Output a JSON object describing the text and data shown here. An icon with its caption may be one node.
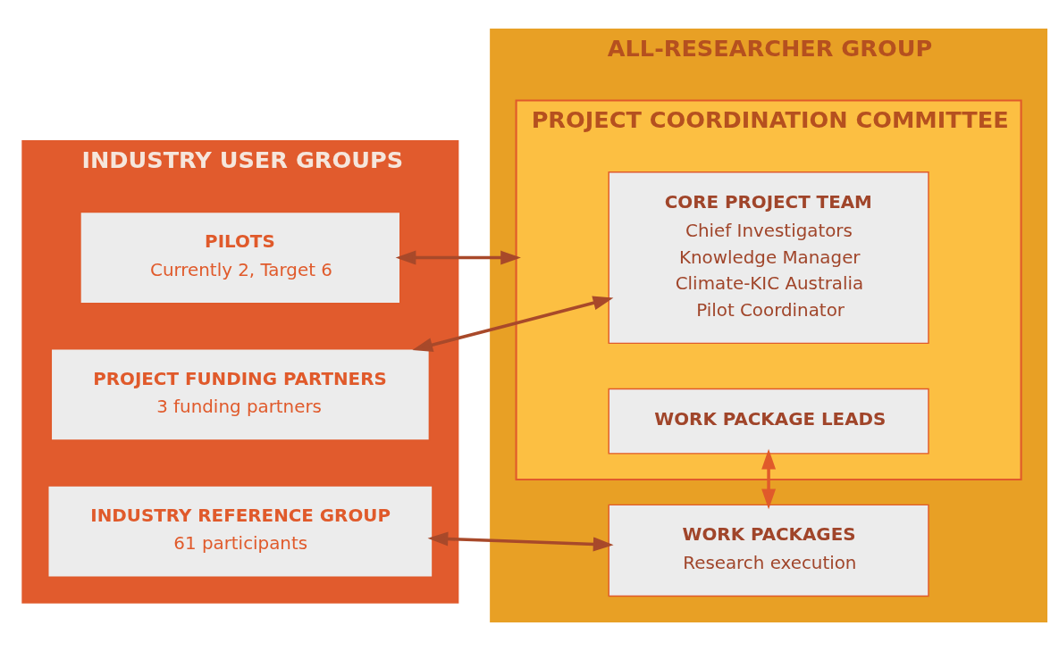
{
  "diagram": {
    "nodes": [
      {
        "text": [
          "INDUSTRY USER GROUPS"
        ]
      },
      {
        "text": [
          "PILOTS",
          "Currently 2, Target 6"
        ],
        "in": 0
      },
      {
        "text": [
          "PROJECT FUNDING PARTNERS",
          "3 funding partners"
        ],
        "in": 0
      },
      {
        "text": [
          "INDUSTRY REFERENCE GROUP",
          "61 participants"
        ],
        "in": 0
      },
      {
        "text": [
          "ALL-RESEARCHER GROUP"
        ]
      },
      {
        "text": [
          "PROJECT COORDINATION COMMITTEE"
        ],
        "in": 4
      },
      {
        "text": [
          "CORE PROJECT TEAM",
          "Chief Investigators",
          "Knowledge Manager",
          "Climate-KIC Australia",
          "Pilot Coordinator"
        ],
        "in": 5
      },
      {
        "text": [
          "WORK PACKAGE LEADS"
        ],
        "in": 5
      },
      {
        "text": [
          "WORK PACKAGES",
          "Research execution"
        ],
        "in": 4
      }
    ],
    "edges": [
      {
        "from": 1,
        "to": 5,
        "arrow": "both"
      },
      {
        "from": 2,
        "to": 6,
        "arrow": "both"
      },
      {
        "from": 3,
        "to": 8,
        "arrow": "both"
      },
      {
        "from": 7,
        "to": 8,
        "arrow": "both",
        "color": "#e05a2b"
      }
    ]
  }
}
